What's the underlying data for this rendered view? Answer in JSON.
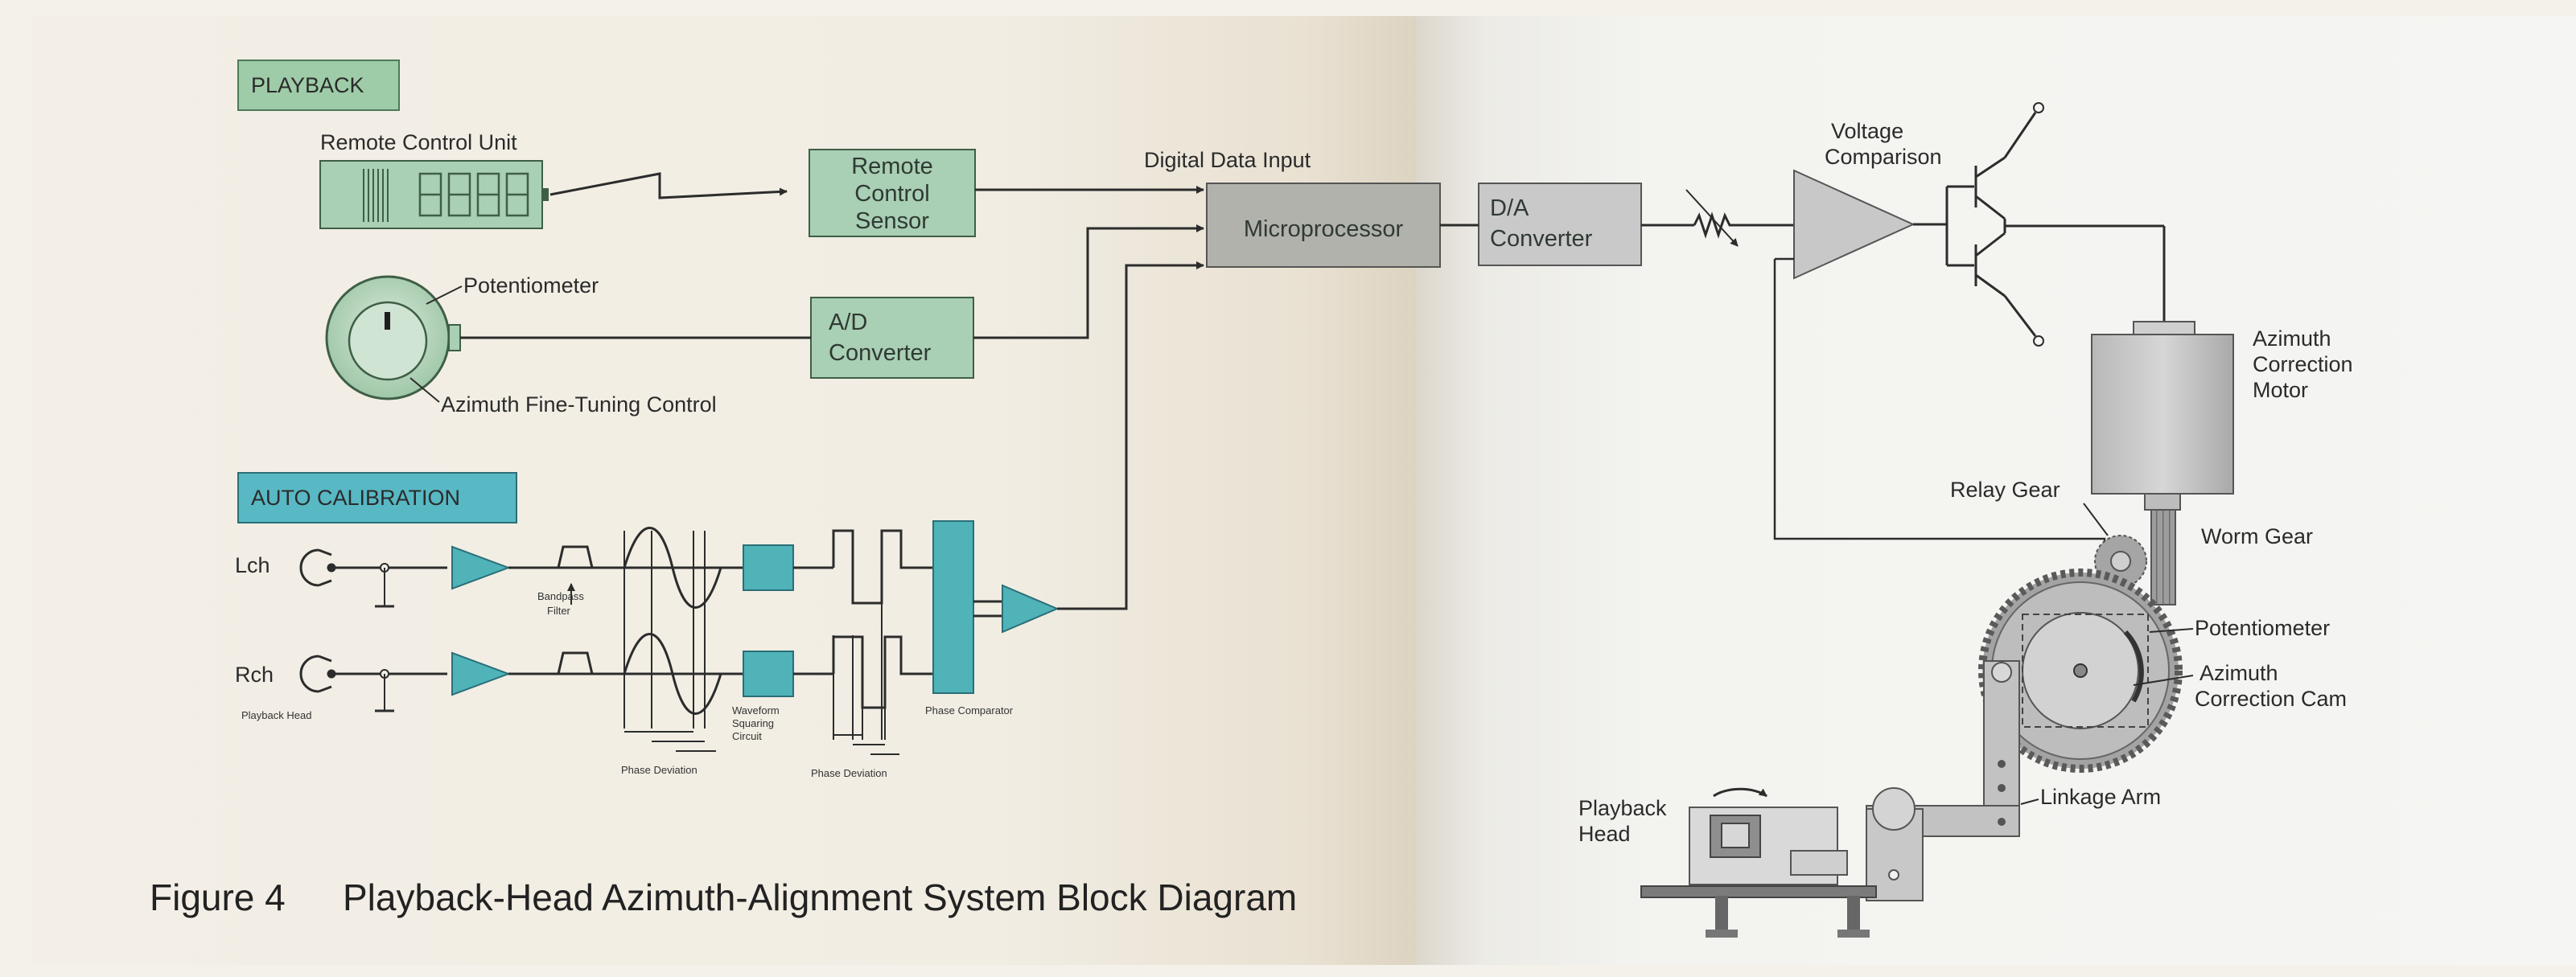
{
  "sections": {
    "playback": "PLAYBACK",
    "auto_calibration": "AUTO CALIBRATION"
  },
  "labels": {
    "remote_control_unit": "Remote Control Unit",
    "remote_sensor": [
      "Remote",
      "Control",
      "Sensor"
    ],
    "digital_data_input": "Digital Data Input",
    "microprocessor": "Microprocessor",
    "da_converter": [
      "D/A",
      "Converter"
    ],
    "ad_converter": [
      "A/D",
      "Converter"
    ],
    "potentiometer": "Potentiometer",
    "azimuth_fine_tuning": "Azimuth Fine-Tuning Control",
    "voltage_comparison": [
      "Voltage",
      "Comparison"
    ],
    "azimuth_correction_motor": [
      "Azimuth",
      "Correction",
      "Motor"
    ],
    "relay_gear": "Relay Gear",
    "worm_gear": "Worm Gear",
    "potentiometer_right": "Potentiometer",
    "azimuth_correction_cam": [
      "Azimuth",
      "Correction Cam"
    ],
    "linkage_arm": "Linkage Arm",
    "playback_head_right": [
      "Playback",
      "Head"
    ],
    "lch": "Lch",
    "rch": "Rch",
    "playback_head_small": "Playback Head",
    "bandpass_filter": [
      "Bandpass",
      "Filter"
    ],
    "waveform_squaring": [
      "Waveform",
      "Squaring",
      "Circuit"
    ],
    "phase_comparator": "Phase Comparator",
    "phase_deviation_1": "Phase Deviation",
    "phase_deviation_2": "Phase Deviation"
  },
  "caption": {
    "figure": "Figure 4",
    "title": "Playback-Head Azimuth-Alignment System Block Diagram"
  },
  "colors": {
    "box_fill": "#a9cfb4",
    "teal": "#4fb3b8",
    "playback_tag": "#9fcca8",
    "auto_tag": "#58b8c4",
    "grey_box": "#c9c9c9",
    "line": "#2c2c2c"
  }
}
